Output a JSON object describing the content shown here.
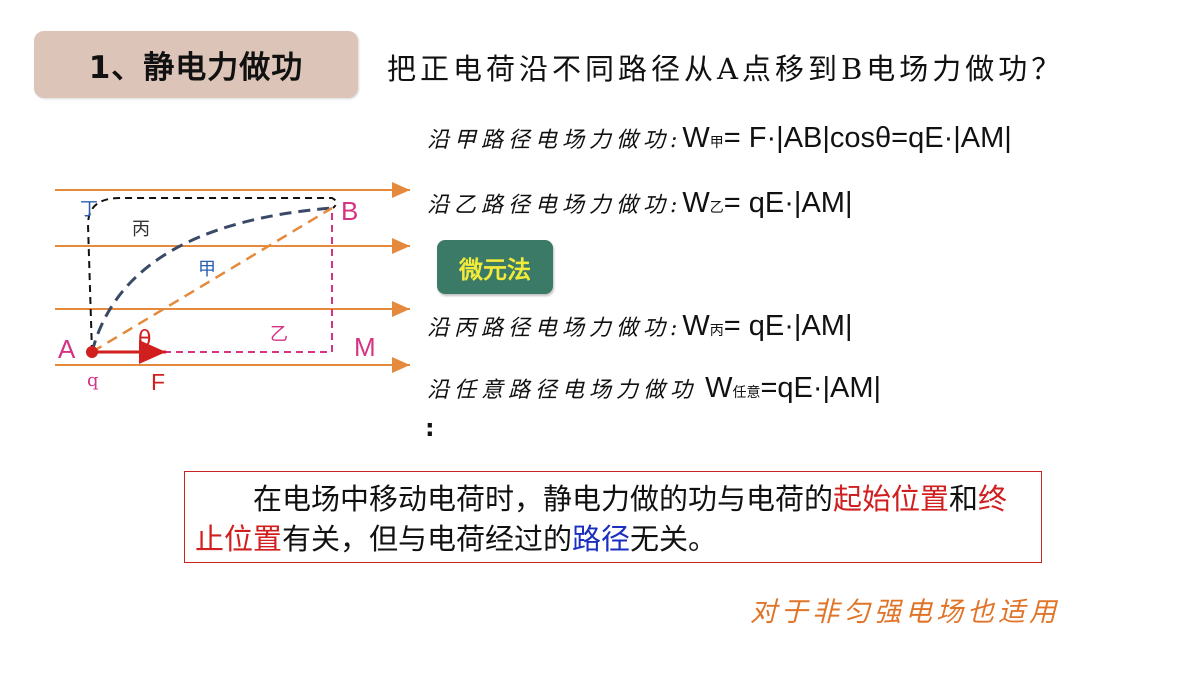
{
  "title": "1、静电力做功",
  "question": "把正电荷沿不同路径从A点移到B电场力做功？",
  "paths": [
    {
      "label": "沿甲路径电场力做功:",
      "w": "W",
      "sub": "甲",
      "formula": "= F·|AB|cosθ=qE·|AM|"
    },
    {
      "label": "沿乙路径电场力做功:",
      "w": "W",
      "sub": "乙",
      "formula": "= qE·|AM|"
    },
    {
      "label": "沿丙路径电场力做功:",
      "w": "W",
      "sub": "丙",
      "formula": "= qE·|AM|"
    },
    {
      "label": "沿任意路径电场力做功",
      "w": " W",
      "sub": "任意",
      "formula": "=qE·|AM|",
      "colon": ":"
    }
  ],
  "method_label": "微元法",
  "diagram": {
    "point_a": "A",
    "point_b": "B",
    "point_m": "M",
    "charge": "q",
    "force": "F",
    "angle": "θ",
    "path_ding": "丁",
    "path_bing": "丙",
    "path_jia": "甲",
    "path_yi": "乙"
  },
  "conclusion": {
    "part1": "　　在电场中移动电荷时，静电力做的功与电荷的",
    "hl1": "起始位置",
    "part2": "和",
    "hl2": "终止位置",
    "part3": "有关，但与电荷经过的",
    "hl3": "路径",
    "part4": "无关。"
  },
  "note": "对于非匀强电场也适用",
  "colors": {
    "title_bg": "#dcc4b9",
    "field_line": "#e58a3c",
    "red": "#d11e1e",
    "pink": "#d63384",
    "blue_label": "#2a5fb0",
    "method_bg": "#3a7a66",
    "method_text": "#f2ea3a",
    "note": "#e0752a"
  }
}
